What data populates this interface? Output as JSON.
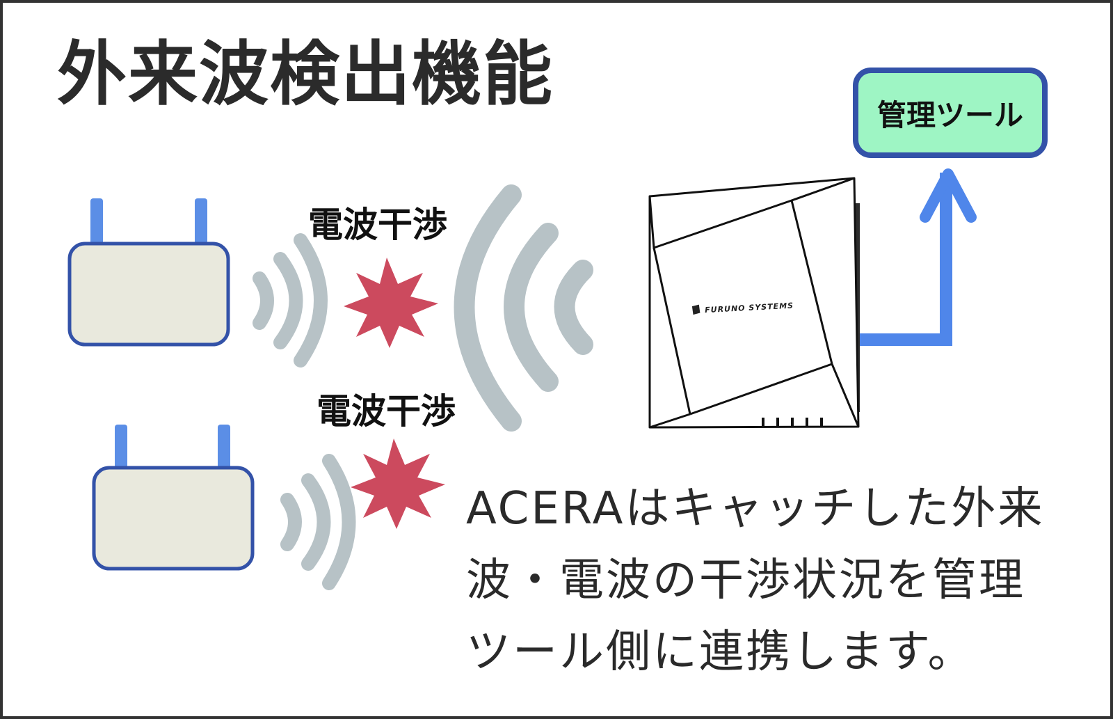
{
  "title": "外来波検出機能",
  "labels": {
    "interference_top": "電波干渉",
    "interference_bottom": "電波干渉"
  },
  "management_tool": {
    "label": "管理ツール"
  },
  "device": {
    "brand": "FURUNO SYSTEMS"
  },
  "description": {
    "line1": "ACERAはキャッチした外来",
    "line2": "波・電波の干渉状況を管理",
    "line3": "ツール側に連携します。"
  },
  "icons": [
    "router-icon",
    "wave-icon",
    "burst-icon",
    "access-point-icon",
    "arrow-up-icon"
  ],
  "colors": {
    "frame": "#333333",
    "router_fill": "#e9e9dd",
    "router_stroke": "#3352a8",
    "antenna": "#5b8ee6",
    "wave": "#b7c2c6",
    "burst": "#cc4a5e",
    "tool_fill": "#9ef5c4",
    "arrow": "#4f86ea"
  }
}
